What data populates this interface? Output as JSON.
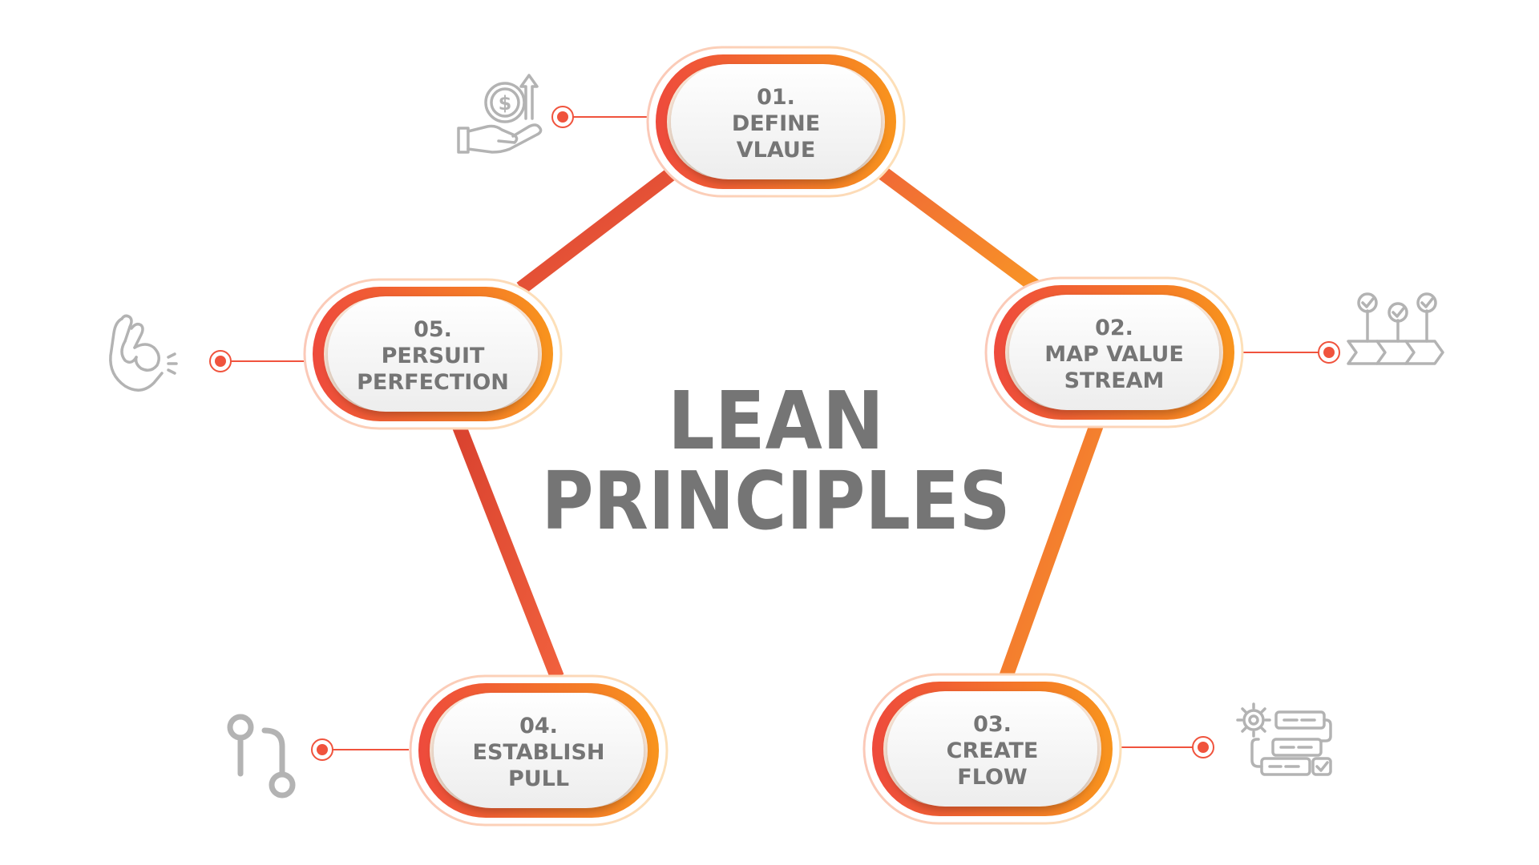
{
  "title": {
    "line1": "LEAN",
    "line2": "PRINCIPLES"
  },
  "colors": {
    "accent_red": "#f0533d",
    "accent_orange": "#f7931e",
    "text_gray": "#757575",
    "icon_gray": "#b3b3b3"
  },
  "principles": [
    {
      "lines": [
        "01.",
        "DEFINE",
        "VLAUE"
      ],
      "icon": "money-hand-icon"
    },
    {
      "lines": [
        "02.",
        "MAP VALUE",
        "STREAM"
      ],
      "icon": "process-stream-icon"
    },
    {
      "lines": [
        "03.",
        "CREATE",
        "FLOW"
      ],
      "icon": "workflow-icon"
    },
    {
      "lines": [
        "04.",
        "ESTABLISH",
        "PULL"
      ],
      "icon": "pull-request-icon"
    },
    {
      "lines": [
        "05.",
        "PERSUIT",
        "PERFECTION"
      ],
      "icon": "ok-hand-icon"
    }
  ]
}
